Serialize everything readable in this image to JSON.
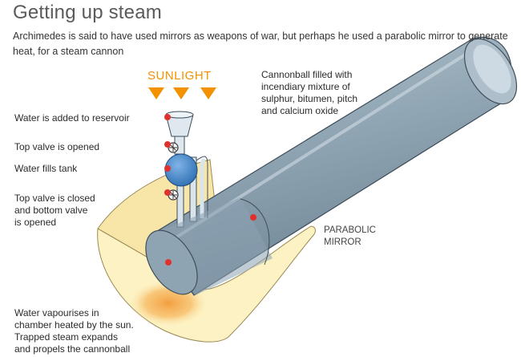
{
  "title": "Getting up steam",
  "subtitle": "Archimedes is said to have used mirrors as weapons of war, but perhaps he used a parabolic mirror to generate heat, for a steam cannon",
  "sunlight_label": "SUNLIGHT",
  "mirror_label": "PARABOLIC\nMIRROR",
  "steps": {
    "water_added": "Water is added to reservoir",
    "top_valve_opened": "Top valve is opened",
    "water_fills": "Water fills tank",
    "top_closed": "Top valve is closed\nand bottom valve\nis opened",
    "vapourises": "Water vapourises in\nchamber heated by the sun.\nTrapped steam expands\nand propels the cannonball"
  },
  "cannonball_note": "Cannonball filled with\nincendiary mixture of\nsulphur, bitumen, pitch\nand calcium oxide",
  "colors": {
    "mirror_fill": "#fdf2c4",
    "barrel": "#8fa4b3",
    "reservoir": "#4a86c5",
    "arrow": "#f39200",
    "marker": "#e0312f",
    "heat": "#f6b55a"
  }
}
